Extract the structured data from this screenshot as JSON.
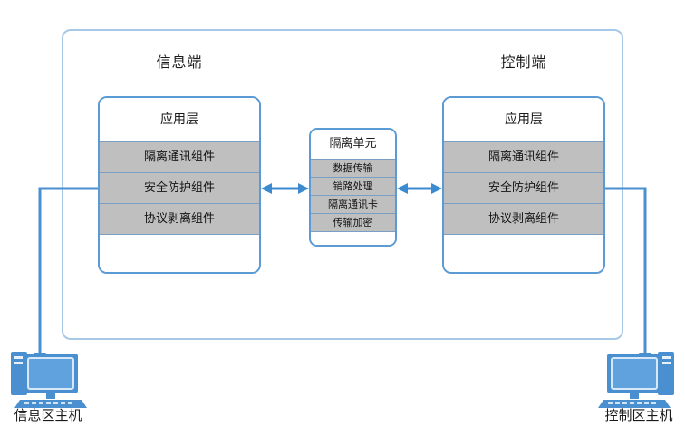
{
  "diagram": {
    "type": "network-security-isolation-architecture",
    "zones": [
      {
        "id": "information-side",
        "title": "信息端",
        "stack": {
          "header": "应用层",
          "rows": [
            "隔离通讯组件",
            "安全防护组件",
            "协议剥离组件"
          ]
        },
        "host": {
          "label": "信息区主机",
          "icon": "desktop-computer-icon"
        }
      },
      {
        "id": "control-side",
        "title": "控制端",
        "stack": {
          "header": "应用层",
          "rows": [
            "隔离通讯组件",
            "安全防护组件",
            "协议剥离组件"
          ]
        },
        "host": {
          "label": "控制区主机",
          "icon": "desktop-computer-icon"
        }
      }
    ],
    "isolation_unit": {
      "title": "隔离单元",
      "rows": [
        "数据传输",
        "销路处理",
        "隔离通讯卡",
        "传输加密"
      ]
    },
    "connectors": [
      {
        "id": "left-bidirectional",
        "style": "double-arrow",
        "from": "信息端",
        "to": "隔离单元"
      },
      {
        "id": "right-bidirectional",
        "style": "double-arrow",
        "from": "隔离单元",
        "to": "控制端"
      },
      {
        "id": "left-host-link",
        "style": "single-arrow-down",
        "from": "信息端",
        "to": "信息区主机"
      },
      {
        "id": "right-host-link",
        "style": "single-arrow-down",
        "from": "控制端",
        "to": "控制区主机"
      }
    ],
    "colors": {
      "frame_border": "#a8c8e8",
      "box_border": "#5b9bd5",
      "row_fill": "#bfbfbf",
      "row_divider": "#7a9ec4",
      "arrow": "#3c8ad0",
      "icon_fill": "#4a8fd0",
      "background": "#ffffff",
      "text": "#1a1a1a"
    }
  }
}
